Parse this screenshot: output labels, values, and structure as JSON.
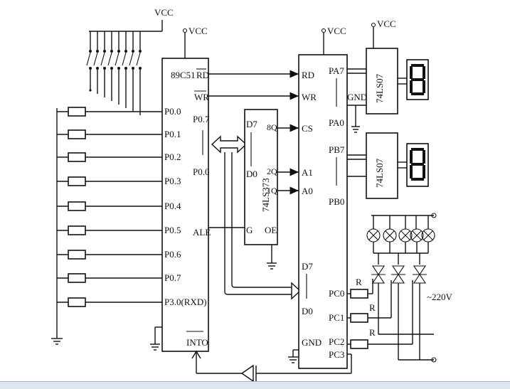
{
  "power": {
    "vcc_main": "VCC",
    "vcc_cpu": "VCC",
    "vcc_8255": "VCC",
    "vcc_buffer": "VCC"
  },
  "cpu": {
    "name": "89C51",
    "rd": "RD",
    "wr": "WR",
    "p07": "P0.7",
    "p00": "P0.0",
    "ale": "ALE",
    "ports": [
      "P0.0",
      "P0.1",
      "P0.2",
      "P0.3",
      "P0.4",
      "P0.5",
      "P0.6",
      "P0.7",
      "P3.0(RXD)"
    ],
    "int0": "INTO"
  },
  "latch": {
    "name": "74LS373",
    "d7": "D7",
    "d0": "D0",
    "q8": "8Q",
    "q2": "2Q",
    "q1": "1Q",
    "g": "G",
    "oe": "OE"
  },
  "ppi": {
    "rd": "RD",
    "wr": "WR",
    "cs": "CS",
    "a1": "A1",
    "a0": "A0",
    "d7": "D7",
    "d0": "D0",
    "gnd": "GND",
    "pa7": "PA7",
    "pa0": "PA0",
    "pb7": "PB7",
    "pb0": "PB0",
    "pc0": "PC0",
    "pc1": "PC1",
    "pc2": "PC2",
    "pc3": "PC3"
  },
  "buffers": [
    {
      "name": "74LS07",
      "gnd": "GND"
    },
    {
      "name": "74LS07"
    }
  ],
  "load": {
    "r1": "R",
    "r2": "R",
    "r3": "R",
    "ac": "~220V"
  },
  "taskbar": {
    "text": ""
  }
}
